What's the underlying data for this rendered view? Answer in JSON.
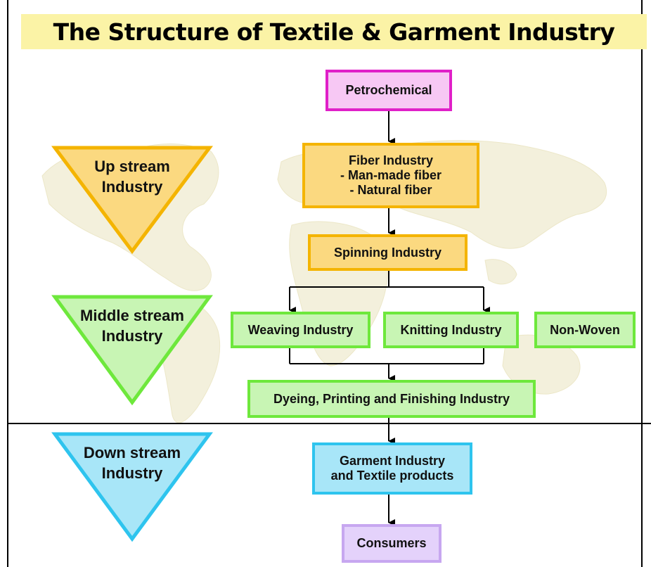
{
  "title": "The Structure of Textile & Garment Industry",
  "stages": {
    "upstream": {
      "line1": "Up stream",
      "line2": "Industry",
      "color": "#f4b400",
      "fill": "#fbd980"
    },
    "middlestream": {
      "line1": "Middle stream",
      "line2": "Industry",
      "color": "#6ee83c",
      "fill": "#c8f5b4"
    },
    "downstream": {
      "line1": "Down stream",
      "line2": "Industry",
      "color": "#2ec4ee",
      "fill": "#a8e6f8"
    }
  },
  "nodes": {
    "petrochemical": "Petrochemical",
    "fiber": {
      "line1": "Fiber Industry",
      "line2": "- Man-made fiber",
      "line3": "- Natural fiber"
    },
    "spinning": "Spinning Industry",
    "weaving": "Weaving Industry",
    "knitting": "Knitting Industry",
    "nonwoven": "Non-Woven",
    "dyeing": "Dyeing, Printing and Finishing Industry",
    "garment": {
      "line1": "Garment Industry",
      "line2": "and Textile products"
    },
    "consumers": "Consumers"
  },
  "colors": {
    "title_bg": "#fbf3a6",
    "petrochemical": "#e020c8",
    "upstream": "#f4b400",
    "middlestream": "#6ee83c",
    "downstream": "#2ec4ee",
    "consumers": "#c7a7f0"
  }
}
